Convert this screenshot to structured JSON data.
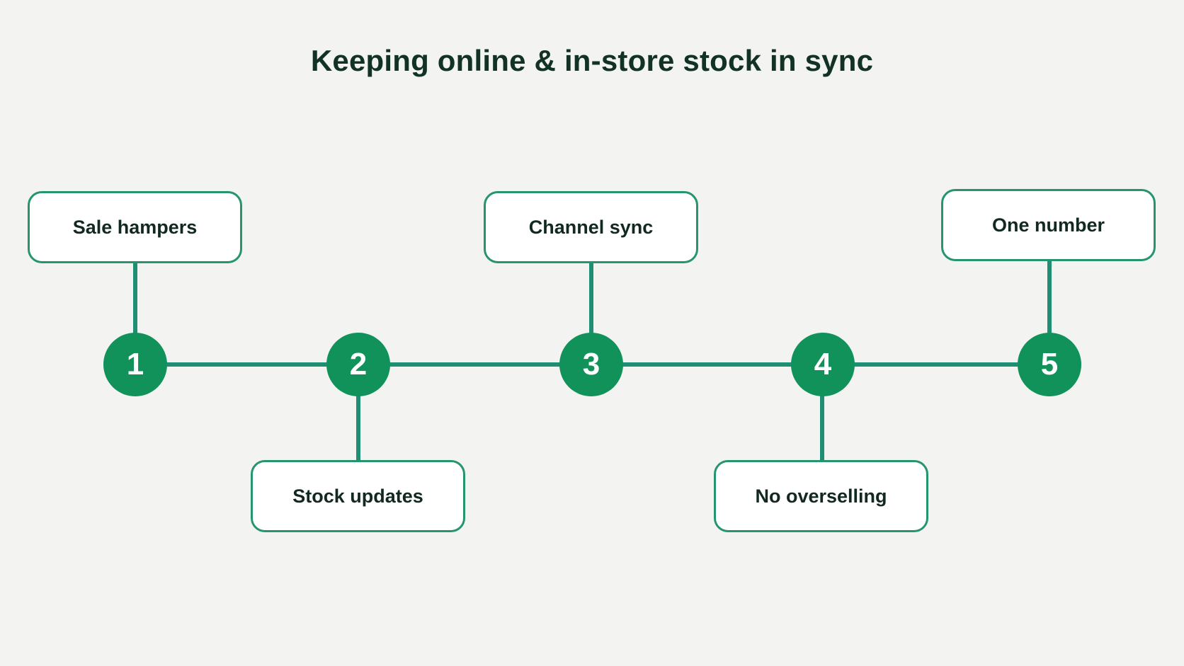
{
  "title": "Keeping online & in-store stock in sync",
  "steps": [
    {
      "number": "1",
      "label": "Sale hampers",
      "position": "above"
    },
    {
      "number": "2",
      "label": "Stock updates",
      "position": "below"
    },
    {
      "number": "3",
      "label": "Channel sync",
      "position": "above"
    },
    {
      "number": "4",
      "label": "No overselling",
      "position": "below"
    },
    {
      "number": "5",
      "label": "One number",
      "position": "above"
    }
  ],
  "colors": {
    "background": "#f3f4f1",
    "accent": "#10925a",
    "line": "#1f8f73",
    "card_border": "#26946f",
    "text": "#123226"
  }
}
